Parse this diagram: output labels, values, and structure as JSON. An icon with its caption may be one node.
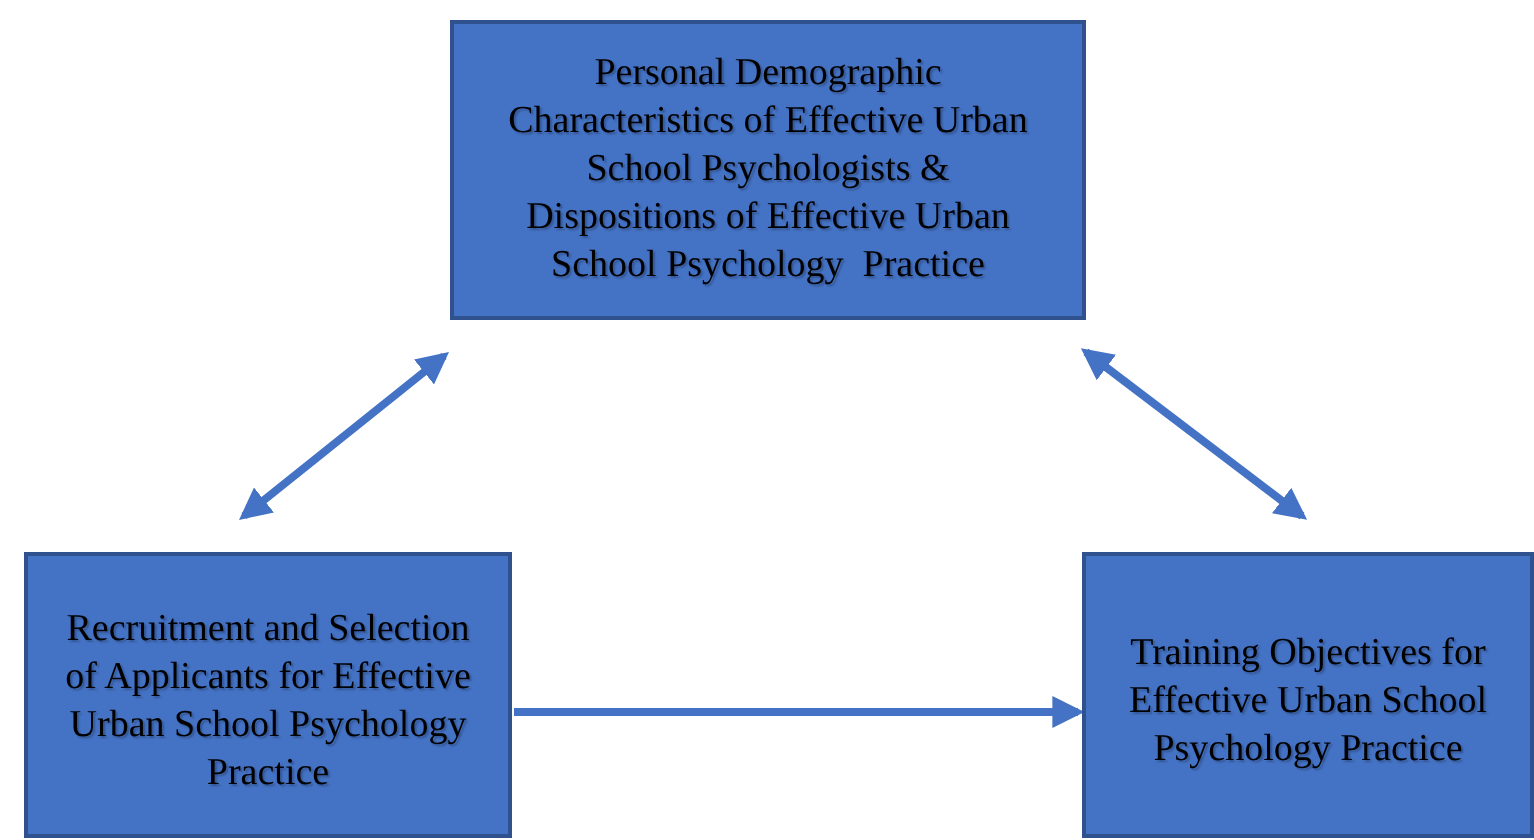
{
  "diagram": {
    "nodes": [
      {
        "text": [
          "Personal Demographic Characteristics of Effective Urban School Psychologists & Dispositions of Effective Urban School Psychology  Practice"
        ]
      },
      {
        "text": [
          "Recruitment and Selection of Applicants for Effective Urban School Psychology Practice"
        ]
      },
      {
        "text": [
          "Training Objectives for Effective Urban School Psychology Practice"
        ]
      }
    ],
    "edges": [
      {
        "from": 0,
        "to": 1,
        "arrow": "both"
      },
      {
        "from": 0,
        "to": 2,
        "arrow": "both"
      },
      {
        "from": 1,
        "to": 2,
        "arrow": "to"
      }
    ]
  }
}
